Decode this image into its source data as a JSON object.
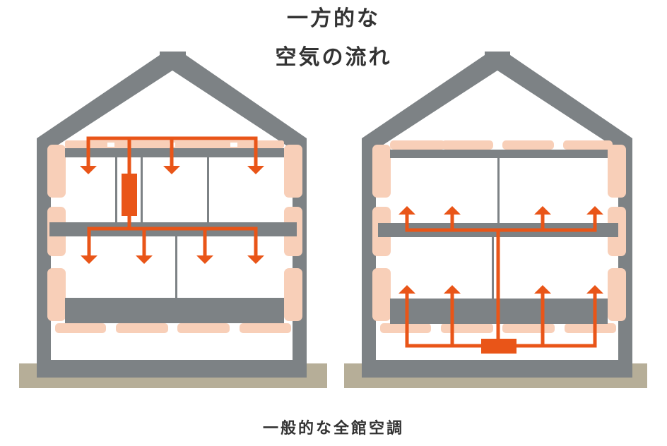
{
  "title": {
    "line1": "一方的な",
    "line2": "空気の流れ"
  },
  "caption": "一般的な全館空調",
  "colors": {
    "structure": "#7d8285",
    "insulation": "#f8cfb8",
    "airflow": "#e95518",
    "ground": "#b6ae98",
    "text": "#333333"
  },
  "houses": [
    {
      "id": "left",
      "description": "Air-conditioning unit in upper floor; air distributed downward from ceiling",
      "airflow_direction": "down",
      "upper_floor_outlets": 3,
      "lower_floor_outlets": 4
    },
    {
      "id": "right",
      "description": "Air-conditioning unit under floor; air distributed upward",
      "airflow_direction": "up",
      "upper_floor_outlets": 4,
      "lower_floor_outlets": 4
    }
  ]
}
